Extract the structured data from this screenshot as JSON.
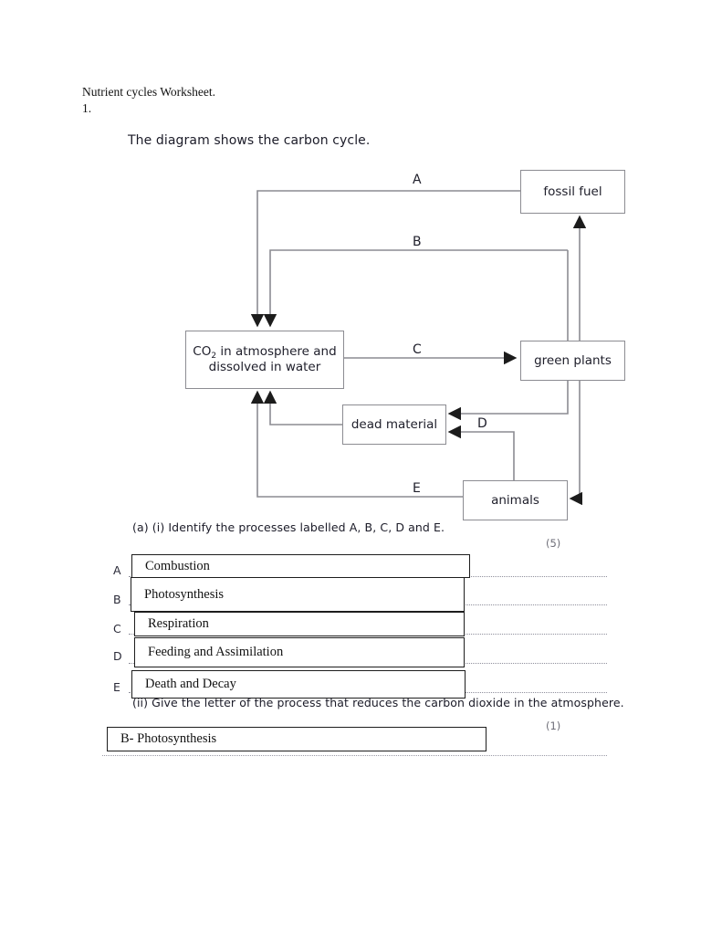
{
  "document": {
    "title": "Nutrient cycles Worksheet.",
    "question_number": "1.",
    "intro": "The diagram shows the carbon cycle."
  },
  "diagram": {
    "boxes": {
      "fossil_fuel": "fossil fuel",
      "green_plants": "green plants",
      "co2_line1": "CO",
      "co2_sub": "2",
      "co2_line1_rest": " in atmosphere and",
      "co2_line2": "dissolved in water",
      "dead_material": "dead material",
      "animals": "animals"
    },
    "labels": {
      "A": "A",
      "B": "B",
      "C": "C",
      "D": "D",
      "E": "E"
    },
    "line_color": "#8c8c92"
  },
  "questions": {
    "a_i": {
      "text": "(a)  (i)   Identify the processes labelled A, B, C, D and E.",
      "marks": "(5)",
      "answers": [
        {
          "letter": "A",
          "value": "Combustion"
        },
        {
          "letter": "B",
          "value": "Photosynthesis"
        },
        {
          "letter": "C",
          "value": "Respiration"
        },
        {
          "letter": "D",
          "value": "Feeding and Assimilation"
        },
        {
          "letter": "E",
          "value": "Death and Decay"
        }
      ]
    },
    "a_ii": {
      "text": "(ii)  Give the letter of the process that reduces the carbon dioxide in the atmosphere.",
      "marks": "(1)",
      "answer": "B- Photosynthesis"
    }
  }
}
